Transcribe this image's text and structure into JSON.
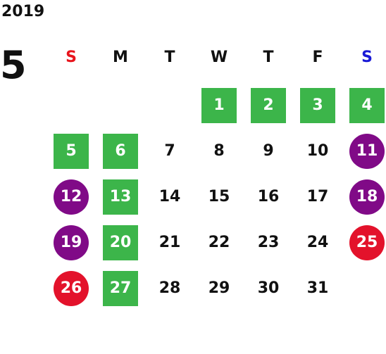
{
  "year": "2019",
  "month": "5",
  "colors": {
    "text": "#111111",
    "sunday_label": "#e8141c",
    "saturday_label": "#1a1ad6",
    "green": "#3cb54a",
    "purple": "#800a87",
    "red": "#e3122b"
  },
  "weekdays": [
    {
      "label": "S",
      "color": "#e8141c"
    },
    {
      "label": "M",
      "color": "#111111"
    },
    {
      "label": "T",
      "color": "#111111"
    },
    {
      "label": "W",
      "color": "#111111"
    },
    {
      "label": "T",
      "color": "#111111"
    },
    {
      "label": "F",
      "color": "#111111"
    },
    {
      "label": "S",
      "color": "#1a1ad6"
    }
  ],
  "first_weekday_index": 3,
  "days": [
    {
      "d": "1",
      "style": "green"
    },
    {
      "d": "2",
      "style": "green"
    },
    {
      "d": "3",
      "style": "green"
    },
    {
      "d": "4",
      "style": "green"
    },
    {
      "d": "5",
      "style": "green"
    },
    {
      "d": "6",
      "style": "green"
    },
    {
      "d": "7",
      "style": "plain"
    },
    {
      "d": "8",
      "style": "plain"
    },
    {
      "d": "9",
      "style": "plain"
    },
    {
      "d": "10",
      "style": "plain"
    },
    {
      "d": "11",
      "style": "purple"
    },
    {
      "d": "12",
      "style": "purple"
    },
    {
      "d": "13",
      "style": "green"
    },
    {
      "d": "14",
      "style": "plain"
    },
    {
      "d": "15",
      "style": "plain"
    },
    {
      "d": "16",
      "style": "plain"
    },
    {
      "d": "17",
      "style": "plain"
    },
    {
      "d": "18",
      "style": "purple"
    },
    {
      "d": "19",
      "style": "purple"
    },
    {
      "d": "20",
      "style": "green"
    },
    {
      "d": "21",
      "style": "plain"
    },
    {
      "d": "22",
      "style": "plain"
    },
    {
      "d": "23",
      "style": "plain"
    },
    {
      "d": "24",
      "style": "plain"
    },
    {
      "d": "25",
      "style": "red"
    },
    {
      "d": "26",
      "style": "red"
    },
    {
      "d": "27",
      "style": "green"
    },
    {
      "d": "28",
      "style": "plain"
    },
    {
      "d": "29",
      "style": "plain"
    },
    {
      "d": "30",
      "style": "plain"
    },
    {
      "d": "31",
      "style": "plain"
    }
  ]
}
